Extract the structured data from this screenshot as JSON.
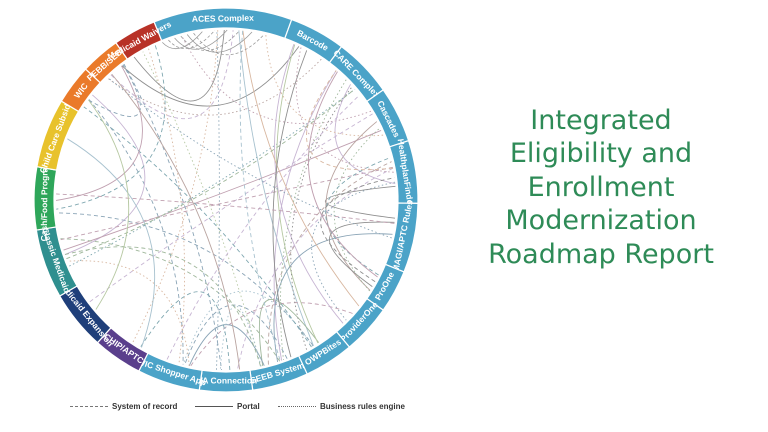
{
  "title_lines": [
    "Integrated",
    "Eligibility and",
    "Enrollment",
    "Modernization",
    "Roadmap Report"
  ],
  "colors": {
    "title": "#2e8b57",
    "blue": "#4ba3c8",
    "navy": "#1f3f7a",
    "purple": "#5a3f8c",
    "teal": "#2f8f8f",
    "green": "#2ea65a",
    "yellow": "#e8c22c",
    "orange": "#ea7a2a",
    "red": "#b83227"
  },
  "segments": [
    {
      "name": "ACES Complex",
      "color": "#4ba3c8",
      "start": -22,
      "end": 20
    },
    {
      "name": "Barcode",
      "color": "#4ba3c8",
      "start": 20,
      "end": 37
    },
    {
      "name": "CARE Complex",
      "color": "#4ba3c8",
      "start": 37,
      "end": 55
    },
    {
      "name": "Cascades",
      "color": "#4ba3c8",
      "start": 55,
      "end": 72
    },
    {
      "name": "HealthplanFinder",
      "color": "#4ba3c8",
      "start": 72,
      "end": 91
    },
    {
      "name": "MAGI/APTC Rules",
      "color": "#4ba3c8",
      "start": 91,
      "end": 112
    },
    {
      "name": "ProOne",
      "color": "#4ba3c8",
      "start": 112,
      "end": 125
    },
    {
      "name": "ProviderOne",
      "color": "#4ba3c8",
      "start": 125,
      "end": 140
    },
    {
      "name": "OWPBites",
      "color": "#4ba3c8",
      "start": 140,
      "end": 155
    },
    {
      "name": "SEEB System",
      "color": "#4ba3c8",
      "start": 155,
      "end": 172
    },
    {
      "name": "WA Connection",
      "color": "#4ba3c8",
      "start": 172,
      "end": 188
    },
    {
      "name": "WIC Shopper App",
      "color": "#4ba3c8",
      "start": 188,
      "end": 207
    },
    {
      "name": "CHIP/APTC",
      "color": "#5a3f8c",
      "start": 207,
      "end": 222
    },
    {
      "name": "Medicaid Expansion",
      "color": "#1f3f7a",
      "start": 222,
      "end": 240
    },
    {
      "name": "Classic Medicaid",
      "color": "#2f8f8f",
      "start": 240,
      "end": 261
    },
    {
      "name": "Cash/Food Programs",
      "color": "#2ea65a",
      "start": 261,
      "end": 280
    },
    {
      "name": "Child Care Subsidy",
      "color": "#e8c22c",
      "start": 280,
      "end": 301
    },
    {
      "name": "WIC",
      "color": "#ea7a2a",
      "start": 301,
      "end": 313
    },
    {
      "name": "PEBB/SEBB",
      "color": "#ea7a2a",
      "start": 313,
      "end": 325
    },
    {
      "name": "Medicaid Waivers",
      "color": "#b83227",
      "start": 325,
      "end": 338
    }
  ],
  "legend": {
    "system_of_record": "System of record",
    "portal": "Portal",
    "business_rules_engine": "Business rules engine"
  }
}
